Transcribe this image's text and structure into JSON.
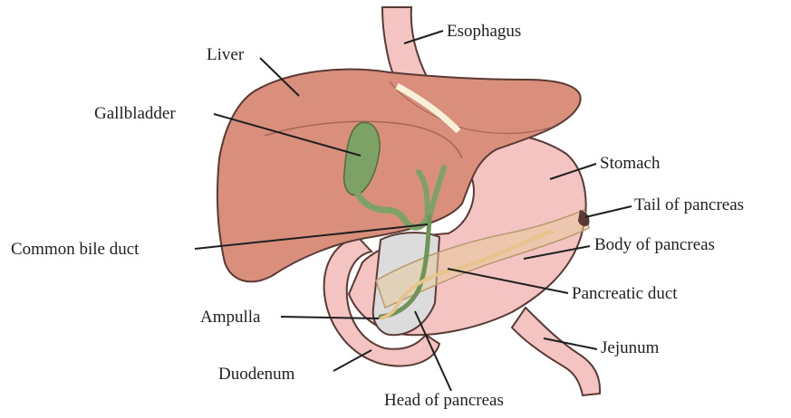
{
  "labels": {
    "esophagus": "Esophagus",
    "liver": "Liver",
    "gallbladder": "Gallbladder",
    "stomach": "Stomach",
    "tail_of_pancreas": "Tail of pancreas",
    "common_bile_duct": "Common bile duct",
    "body_of_pancreas": "Body of pancreas",
    "pancreatic_duct": "Pancreatic duct",
    "ampulla": "Ampulla",
    "jejunum": "Jejunum",
    "duodenum": "Duodenum",
    "head_of_pancreas": "Head of pancreas"
  },
  "colors": {
    "liver": "#d98f7c",
    "stomach": "#f4c4c2",
    "gallbladder": "#7ea266",
    "pancreas": "#e6c89c",
    "pancreas_head": "#dcdcdc",
    "outline": "#5a3a34"
  }
}
